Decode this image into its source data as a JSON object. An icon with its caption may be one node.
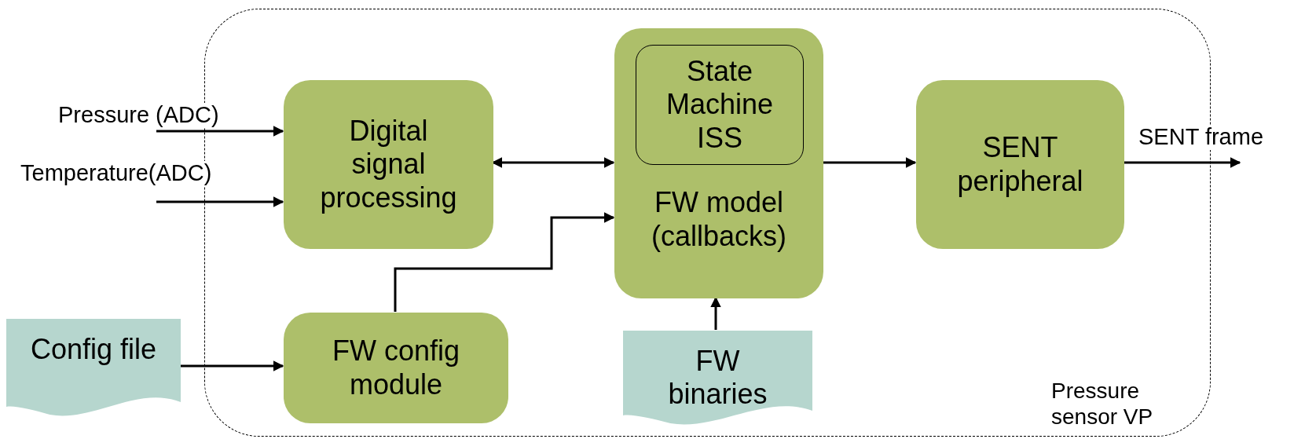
{
  "diagram": {
    "nodes": [
      {
        "text": [
          "Pressure sensor VP"
        ]
      },
      {
        "text": [
          "Digital signal processing"
        ],
        "in": 0
      },
      {
        "text": [
          "FW model (callbacks)"
        ],
        "in": 0
      },
      {
        "text": [
          "State Machine ISS"
        ],
        "in": 2
      },
      {
        "text": [
          "SENT peripheral"
        ],
        "in": 0
      },
      {
        "text": [
          "Config file"
        ]
      },
      {
        "text": [
          "FW config module"
        ],
        "in": 0
      },
      {
        "text": [
          "FW binaries"
        ],
        "in": 0
      }
    ],
    "edges": [
      {
        "from": null,
        "to": 1,
        "arrow": "to",
        "label": "Pressure (ADC)"
      },
      {
        "from": null,
        "to": 1,
        "arrow": "to",
        "label": "Temperature(ADC)"
      },
      {
        "from": 1,
        "to": 2,
        "arrow": "both"
      },
      {
        "from": 6,
        "to": 2,
        "arrow": "to"
      },
      {
        "from": 5,
        "to": 6,
        "arrow": "to"
      },
      {
        "from": 7,
        "to": 2,
        "arrow": "to"
      },
      {
        "from": 2,
        "to": 4,
        "arrow": "to"
      },
      {
        "from": 4,
        "to": null,
        "arrow": "to",
        "label": "SENT frame"
      }
    ]
  }
}
